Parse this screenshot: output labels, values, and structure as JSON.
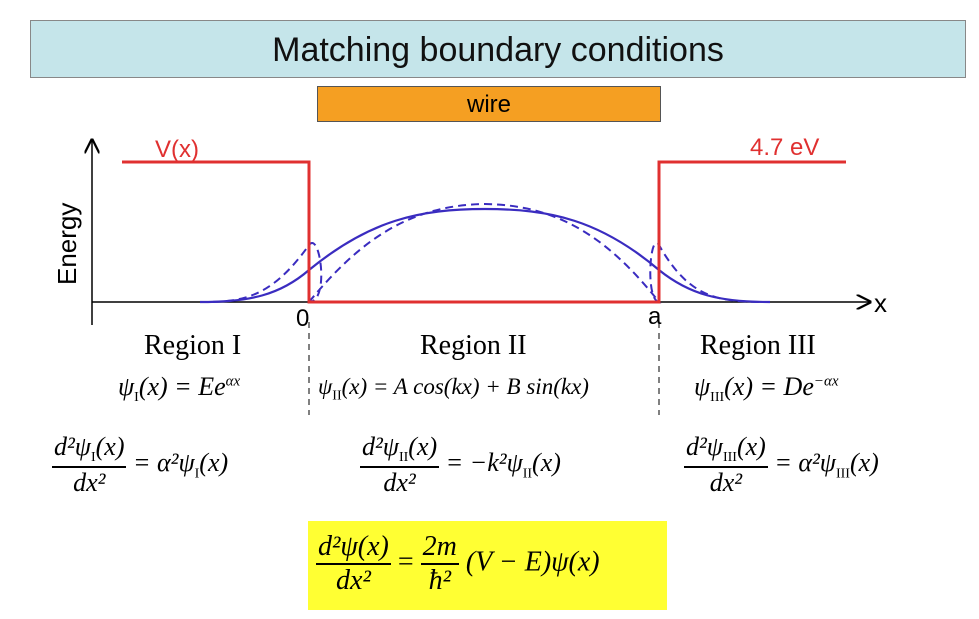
{
  "title": "Matching boundary conditions",
  "wire_label": "wire",
  "axes": {
    "y_label": "Energy",
    "x_label": "x",
    "origin_label": "0",
    "a_label": "a"
  },
  "potential": {
    "label": "V(x)",
    "barrier_label": "4.7 eV",
    "color": "#e03030"
  },
  "wave_color": "#3a2cc0",
  "regions": [
    {
      "name": "Region I",
      "psi_lhs": "ψ",
      "sub": "I",
      "psi_rhs": "(x) = Ee",
      "exp": "αx",
      "d_num": "d²ψ",
      "d_sub": "I",
      "d_num_end": "(x)",
      "d_den": "dx²",
      "d_rhs": "= α²ψ",
      "d_rhs_sub": "I",
      "d_rhs_end": "(x)"
    },
    {
      "name": "Region II",
      "psi_lhs": "ψ",
      "sub": "II",
      "psi_rhs": "(x) = A cos(kx) + B sin(kx)",
      "exp": "",
      "d_num": "d²ψ",
      "d_sub": "II",
      "d_num_end": "(x)",
      "d_den": "dx²",
      "d_rhs": "= −k²ψ",
      "d_rhs_sub": "II",
      "d_rhs_end": "(x)"
    },
    {
      "name": "Region III",
      "psi_lhs": "ψ",
      "sub": "III",
      "psi_rhs": "(x) = De",
      "exp": "−αx",
      "d_num": "d²ψ",
      "d_sub": "III",
      "d_num_end": "(x)",
      "d_den": "dx²",
      "d_rhs": "= α²ψ",
      "d_rhs_sub": "III",
      "d_rhs_end": "(x)"
    }
  ],
  "schrodinger": {
    "num": "d²ψ(x)",
    "den": "dx²",
    "eq": "=",
    "num2": "2m",
    "den2": "ħ²",
    "rhs": "(V − E)ψ(x)"
  }
}
